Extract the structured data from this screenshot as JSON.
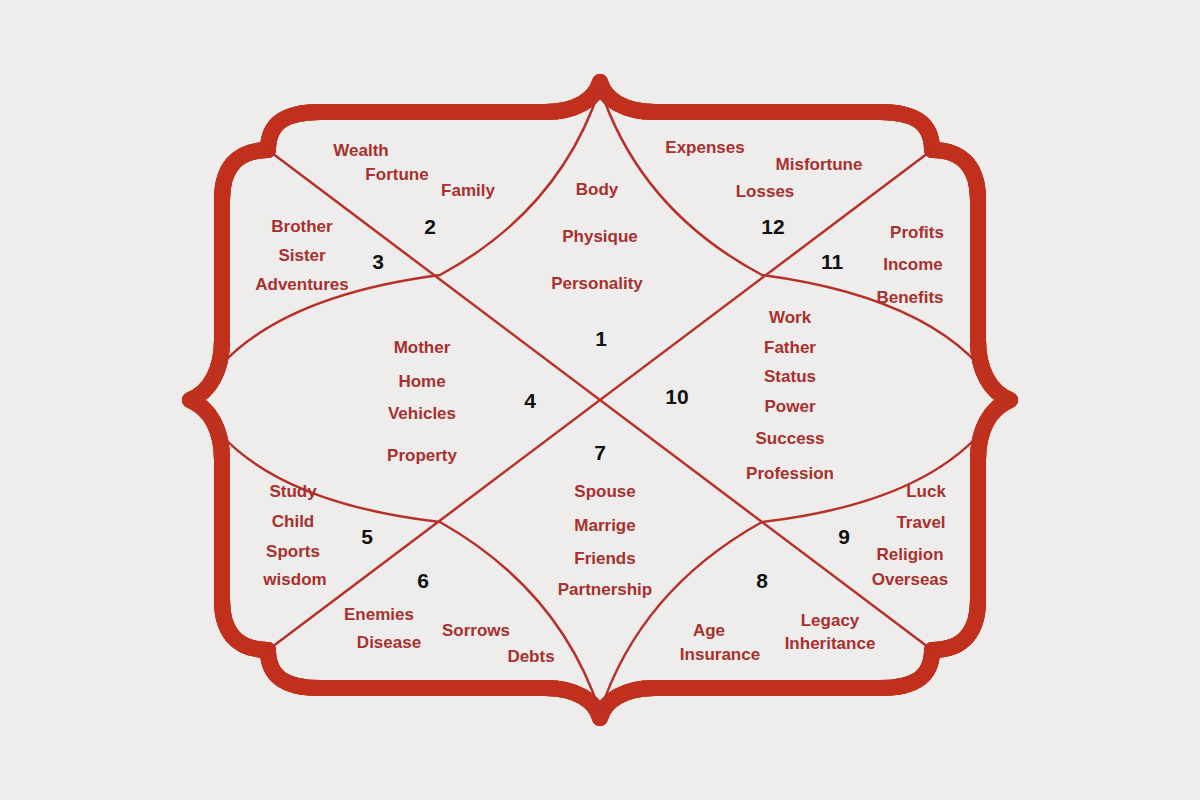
{
  "diagram": {
    "nodes": [
      {
        "text": [
          "Body",
          "Physique",
          "Personality",
          "1"
        ]
      },
      {
        "text": [
          "Wealth",
          "Fortune",
          "Family",
          "2"
        ]
      },
      {
        "text": [
          "Brother",
          "Sister",
          "Adventures",
          "3"
        ]
      },
      {
        "text": [
          "Mother",
          "Home",
          "Vehicles",
          "Property",
          "4"
        ]
      },
      {
        "text": [
          "Study",
          "Child",
          "Sports",
          "wisdom",
          "5"
        ]
      },
      {
        "text": [
          "Enemies",
          "Disease",
          "Sorrows",
          "Debts",
          "6"
        ]
      },
      {
        "text": [
          "Spouse",
          "Marrige",
          "Friends",
          "Partnership",
          "7"
        ]
      },
      {
        "text": [
          "Age",
          "Insurance",
          "Legacy",
          "Inheritance",
          "8"
        ]
      },
      {
        "text": [
          "Luck",
          "Travel",
          "Religion",
          "Overseas",
          "9"
        ]
      },
      {
        "text": [
          "Work",
          "Father",
          "Status",
          "Power",
          "Success",
          "Profession",
          "10"
        ]
      },
      {
        "text": [
          "Profits",
          "Income",
          "Benefits",
          "11"
        ]
      },
      {
        "text": [
          "Expenses",
          "Misfortune",
          "Losses",
          "12"
        ]
      }
    ]
  }
}
